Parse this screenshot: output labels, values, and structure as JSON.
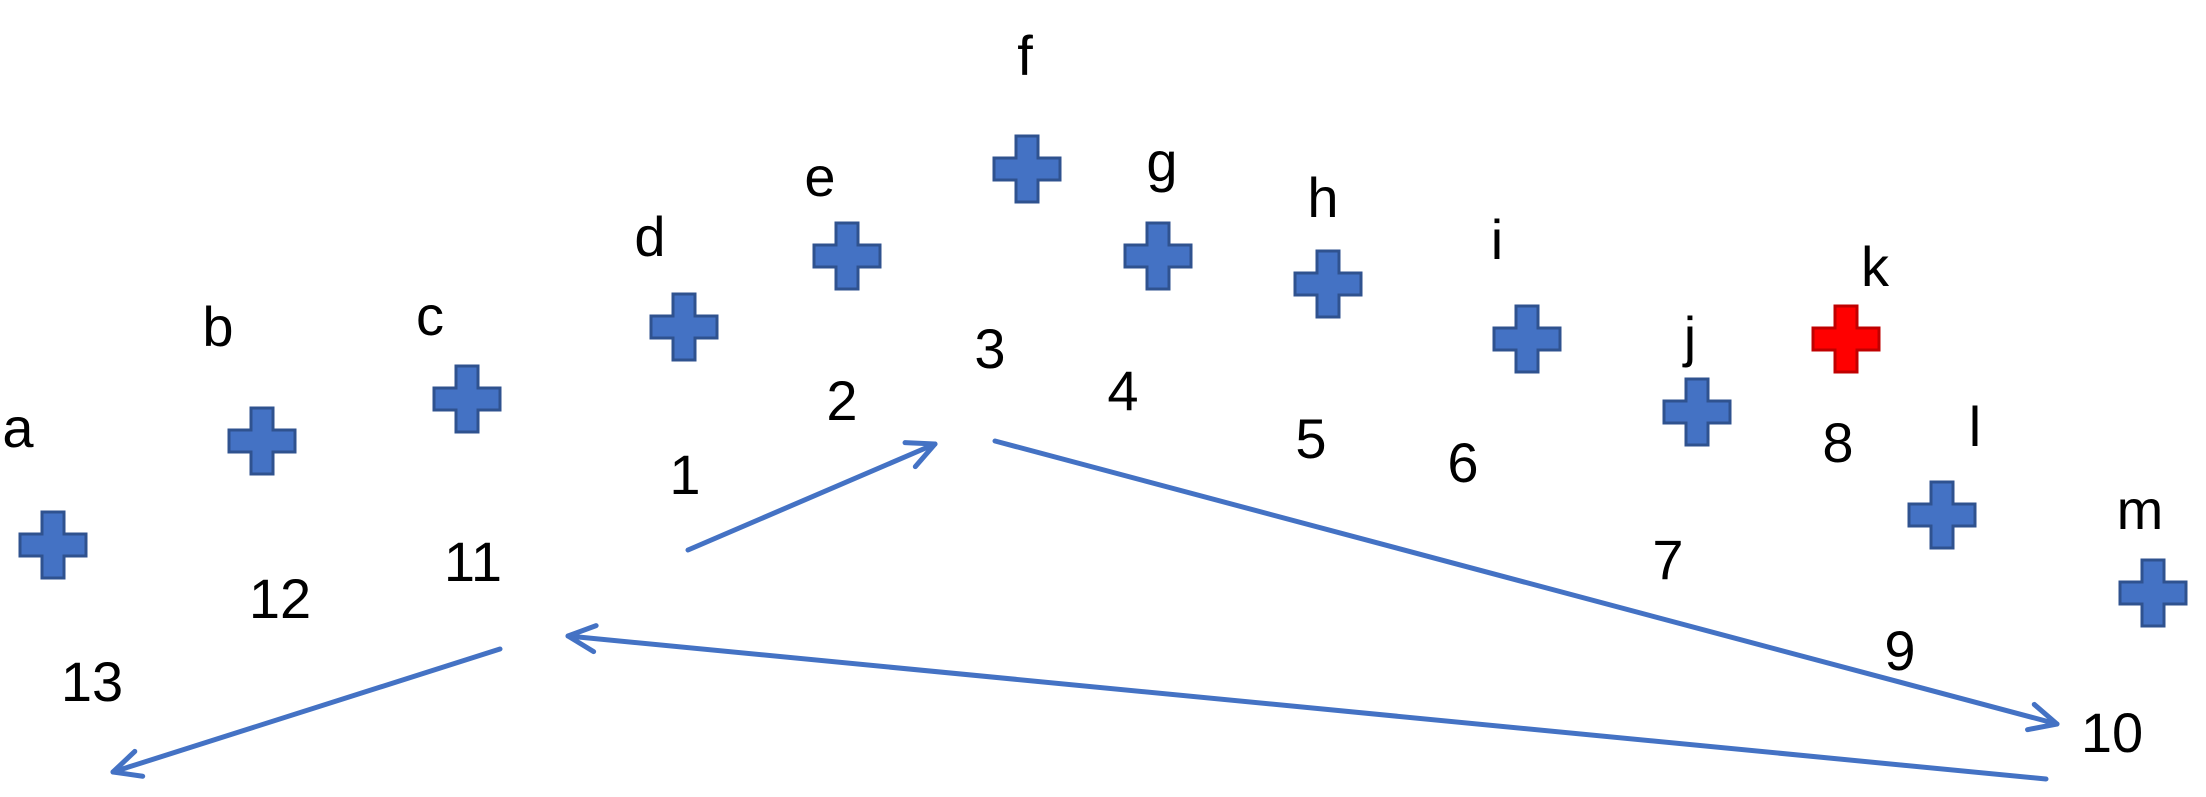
{
  "colors": {
    "marker": "#4472C4",
    "marker_stroke": "#2F528F",
    "highlight": "#FF0000",
    "highlight_stroke": "#C00000",
    "arrow": "#4472C4",
    "text": "#000000"
  },
  "markers": [
    {
      "letter": "a",
      "order": "13",
      "highlight": false
    },
    {
      "letter": "b",
      "order": "12",
      "highlight": false
    },
    {
      "letter": "c",
      "order": "11",
      "highlight": false
    },
    {
      "letter": "d",
      "order": "1",
      "highlight": false
    },
    {
      "letter": "e",
      "order": "2",
      "highlight": false
    },
    {
      "letter": "f",
      "order": "3",
      "highlight": false
    },
    {
      "letter": "g",
      "order": "4",
      "highlight": false
    },
    {
      "letter": "h",
      "order": "5",
      "highlight": false
    },
    {
      "letter": "i",
      "order": "6",
      "highlight": false
    },
    {
      "letter": "j",
      "order": "7",
      "highlight": false
    },
    {
      "letter": "k",
      "order": "8",
      "highlight": true
    },
    {
      "letter": "l",
      "order": "9",
      "highlight": false
    },
    {
      "letter": "m",
      "order": "10",
      "highlight": false
    }
  ],
  "arrows": [
    {
      "from": "1",
      "to": "3"
    },
    {
      "from": "3",
      "to": "10"
    },
    {
      "from": "10",
      "to": "11"
    },
    {
      "from": "11",
      "to": "13"
    }
  ]
}
